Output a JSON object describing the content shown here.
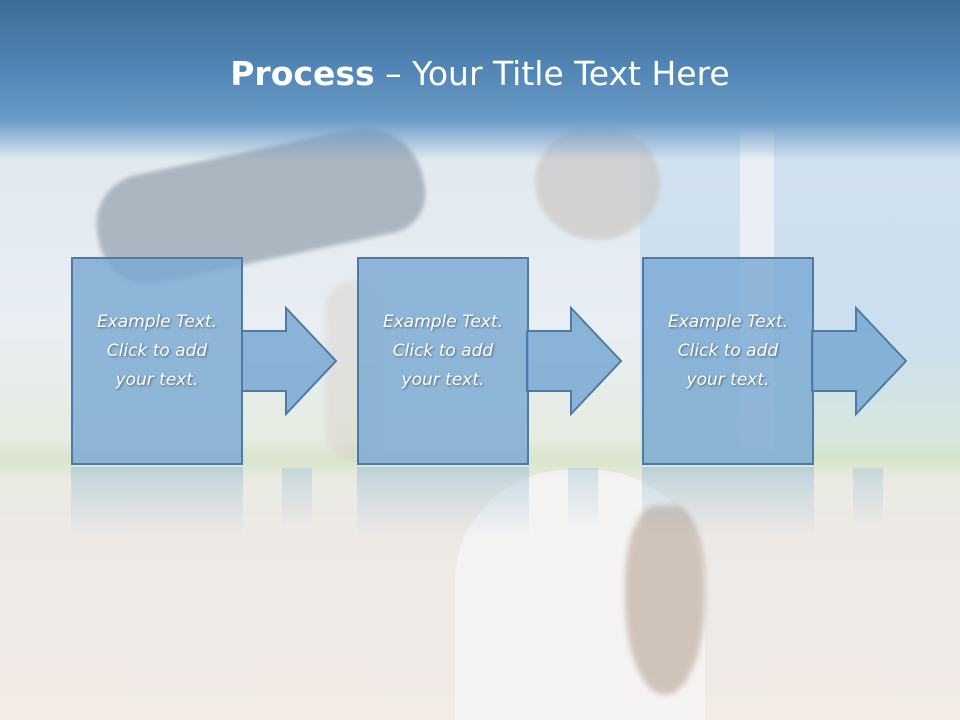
{
  "slide": {
    "title_bold": "Process",
    "title_rest": " – Your Title Text Here"
  },
  "process": {
    "steps": [
      {
        "lines": [
          "Example Text.",
          "Click  to add",
          "your text."
        ]
      },
      {
        "lines": [
          "Example Text.",
          "Click  to add",
          "your text."
        ]
      },
      {
        "lines": [
          "Example Text.",
          "Click  to add",
          "your text."
        ]
      }
    ]
  },
  "colors": {
    "title_band": "#4a7dab",
    "box_fill": "#78a8d2",
    "box_border": "#4e7aa6",
    "text": "#ffffff"
  }
}
